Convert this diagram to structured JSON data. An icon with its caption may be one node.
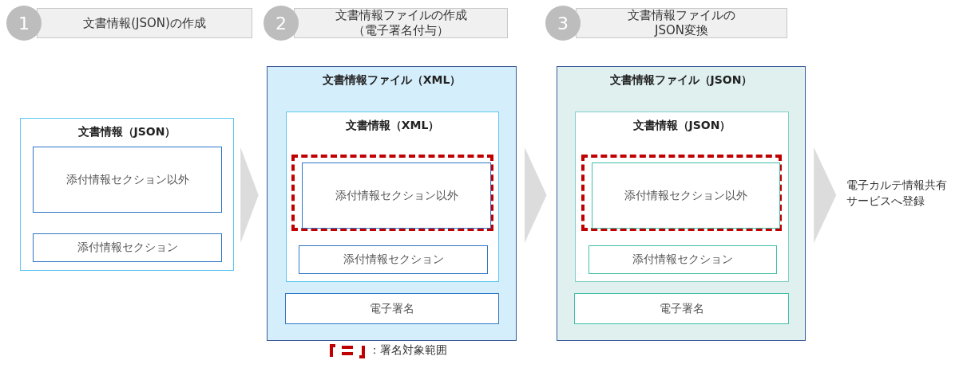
{
  "diagram": {
    "nodes": [
      {
        "text": [
          "1",
          "文書情報(JSON)の作成"
        ]
      },
      {
        "text": [
          "2",
          "文書情報ファイルの作成（電子署名付与）"
        ]
      },
      {
        "text": [
          "3",
          "文書情報ファイルのJSON変換"
        ]
      },
      {
        "text": [
          "文書情報（JSON）"
        ]
      },
      {
        "text": [
          "添付情報セクション以外"
        ],
        "in": 3
      },
      {
        "text": [
          "添付情報セクション"
        ],
        "in": 3
      },
      {
        "text": [
          "文書情報ファイル（XML）"
        ]
      },
      {
        "text": [
          "文書情報（XML）"
        ],
        "in": 6
      },
      {
        "text": [],
        "shape": "box",
        "in": 7
      },
      {
        "text": [
          "添付情報セクション以外"
        ],
        "in": 8
      },
      {
        "text": [
          "添付情報セクション"
        ],
        "in": 7
      },
      {
        "text": [
          "電子署名"
        ],
        "in": 6
      },
      {
        "text": [
          "文書情報ファイル（JSON）"
        ]
      },
      {
        "text": [
          "文書情報（JSON）"
        ],
        "in": 12
      },
      {
        "text": [],
        "shape": "box",
        "in": 13
      },
      {
        "text": [
          "添付情報セクション以外"
        ],
        "in": 14
      },
      {
        "text": [
          "添付情報セクション"
        ],
        "in": 13
      },
      {
        "text": [
          "電子署名"
        ],
        "in": 12
      },
      {
        "text": [
          "電子カルテ情報共有サービスへ登録"
        ]
      }
    ],
    "edges": [
      {
        "from": 3,
        "to": 6,
        "arrow": "to"
      },
      {
        "from": 6,
        "to": 12,
        "arrow": "to"
      },
      {
        "from": 12,
        "to": 18,
        "arrow": "to"
      }
    ],
    "legend": [
      {
        "text": "：署名対象範囲"
      }
    ]
  }
}
